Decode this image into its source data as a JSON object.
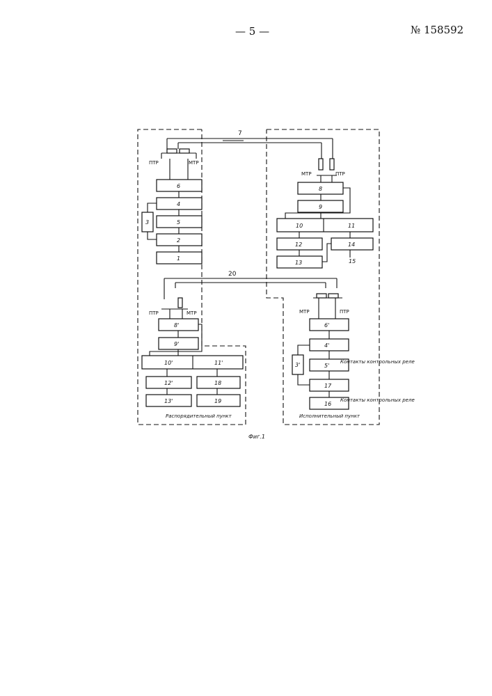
{
  "header": {
    "page_number": "— 5 —",
    "patent_number": "№ 158592"
  },
  "diagram": {
    "line_labels": {
      "top_line": "7",
      "mid_line": "20"
    },
    "relay_labels": {
      "ptr": "ПТР",
      "mtr": "МТР"
    },
    "contacts_label": "Контакты контрольных реле",
    "section_labels": {
      "dispatch": "Распорядительный пункт",
      "executive": "Исполнительный пункт"
    },
    "figure_caption": "Фиг.1",
    "blocks": {
      "b1": "1",
      "b2": "2",
      "b3": "3",
      "b4": "4",
      "b5": "5",
      "b6": "6",
      "b8": "8",
      "b9": "9",
      "b10": "10",
      "b11": "11",
      "b12": "12",
      "b13": "13",
      "b14": "14",
      "b15": "15",
      "b8p": "8'",
      "b9p": "9'",
      "b10p": "10'",
      "b11p": "11'",
      "b12p": "12'",
      "b13p": "13'",
      "b18": "18",
      "b19": "19",
      "b6p": "6'",
      "b4p": "4'",
      "b5p": "5'",
      "b3p": "3'",
      "b17": "17",
      "b16": "16"
    }
  }
}
